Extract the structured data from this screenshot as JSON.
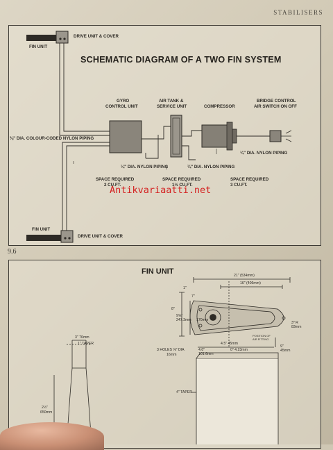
{
  "header": {
    "section": "STABILISERS"
  },
  "figure_number": "9.6",
  "schematic": {
    "title": "SCHEMATIC DIAGRAM OF A TWO FIN SYSTEM",
    "labels": {
      "fin_unit_top": "FIN UNIT",
      "drive_unit_top": "DRIVE UNIT & COVER",
      "fin_unit_bottom": "FIN UNIT",
      "drive_unit_bottom": "DRIVE UNIT & COVER",
      "gyro_1": "GYRO",
      "gyro_2": "CONTROL UNIT",
      "air_tank_1": "AIR TANK &",
      "air_tank_2": "SERVICE UNIT",
      "compressor": "COMPRESSOR",
      "bridge_1": "BRIDGE CONTROL",
      "bridge_2": "AIR SWITCH ON OFF",
      "colour_coded": "⅜\" DIA. COLOUR-CODED NYLON PIPING",
      "nylon_left": "¼\" DIA. NYLON PIPING",
      "nylon_mid": "¼\" DIA. NYLON PIPING",
      "nylon_right": "¼\" DIA. NYLON PIPING",
      "space_gyro_1": "SPACE REQUIRED",
      "space_gyro_2": "2 CU.FT.",
      "space_tank_1": "SPACE REQUIRED",
      "space_tank_2": "1½ CU.FT.",
      "space_comp_1": "SPACE REQUIRED",
      "space_comp_2": "3 CU.FT."
    }
  },
  "watermark": "Antikvariaatti.net",
  "fin_unit": {
    "title": "FIN UNIT",
    "dims": {
      "overall_length": "21\" (534mm)",
      "plate_length": "16\" (406mm)",
      "one_inch": "1\"",
      "seven_inch": "7\"",
      "eight_inch": "8\"",
      "height_a": "9⅝\" 247.3mm",
      "height_b": "170mm",
      "radius": "3\" R 83mm",
      "three_holes_1": "3 HOLES ⅝\" DIA",
      "three_holes_2": "16mm",
      "d_4_a": "4.0\" 101.6mm",
      "d_45": "4.5\" 45mm",
      "d_423": "0\" 4.23mm",
      "d_9": "9\" 45mm",
      "position_note_1": "POSITION OF",
      "position_note_2": "AIR FITTING",
      "taper_4": "4\" TAPER",
      "side_3": "3\" 76mm",
      "side_taper": "1\" TAPER",
      "side_height_1": "2½\"",
      "side_height_2": "650mm"
    }
  }
}
